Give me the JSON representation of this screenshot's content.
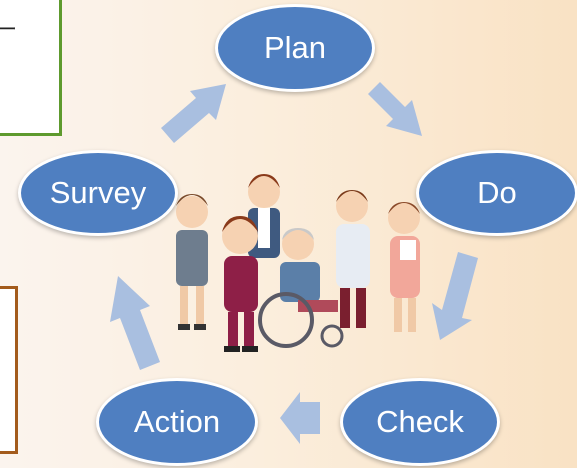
{
  "green_box": {
    "text": "ー"
  },
  "cycle": {
    "plan": "Plan",
    "do": "Do",
    "check": "Check",
    "action": "Action",
    "survey": "Survey"
  },
  "colors": {
    "node_fill": "#4f7fc1",
    "arrow": "#a9bfe0",
    "green_border": "#5e9a2e",
    "orange_border": "#a35b1c"
  }
}
